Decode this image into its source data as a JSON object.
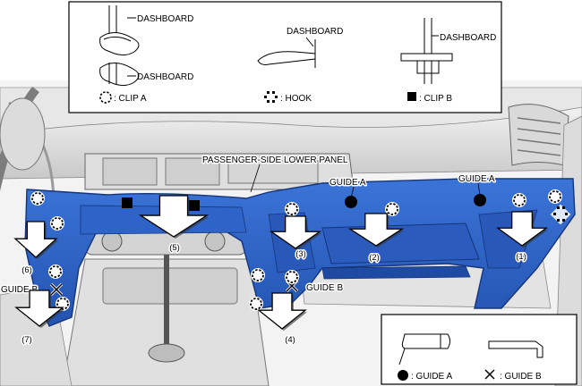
{
  "legend_top": {
    "dashboard_label_1": "DASHBOARD",
    "dashboard_label_2": "DASHBOARD",
    "dashboard_label_3": "DASHBOARD",
    "dashboard_label_4": "DASHBOARD",
    "clip_a_label": ": CLIP A",
    "hook_label": ": HOOK",
    "clip_b_label": ": CLIP B"
  },
  "main": {
    "panel_title": "PASSENGER-SIDE LOWER PANEL",
    "guide_a_1": "GUIDE A",
    "guide_a_2": "GUIDE A",
    "guide_b_1": "GUIDE B",
    "guide_b_2": "GUIDE B",
    "arrows": [
      "(1)",
      "(2)",
      "(3)",
      "(4)",
      "(5)",
      "(6)",
      "(7)"
    ]
  },
  "legend_bottom": {
    "guide_a_label": ": GUIDE A",
    "guide_b_label": ": GUIDE B"
  },
  "colors": {
    "panel_blue": "#2e64c8",
    "panel_dark": "#1d3f88",
    "arrow_fill": "#ffffff",
    "line_art": "#000000"
  }
}
